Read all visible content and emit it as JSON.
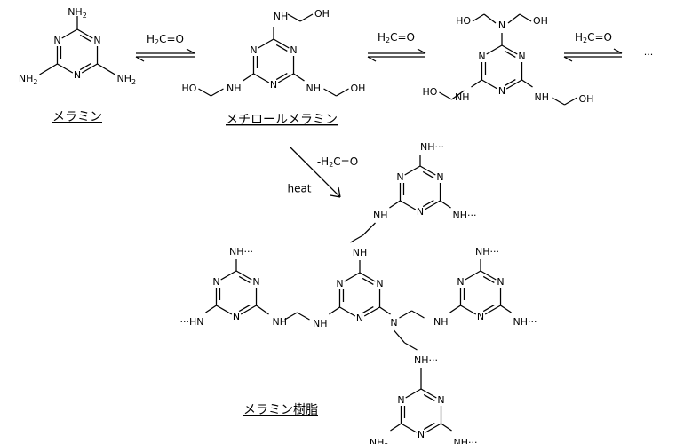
{
  "atoms": {
    "n": "N",
    "nh": "NH",
    "nh2": "NH",
    "h2sub": "2",
    "oh": "OH",
    "ho": "HO",
    "h": "H",
    "nh_dots": "NH···",
    "dots_hn": "···HN",
    "ellipsis": "···"
  },
  "reagents": {
    "h_prefix": "H",
    "sub2": "2",
    "co_suffix": "C=O",
    "minus_h_prefix": "-H",
    "heat": "heat"
  },
  "captions": {
    "melamine": "メラミン",
    "methylolmelamine": "メチロールメラミン",
    "resin": "メラミン樹脂"
  }
}
